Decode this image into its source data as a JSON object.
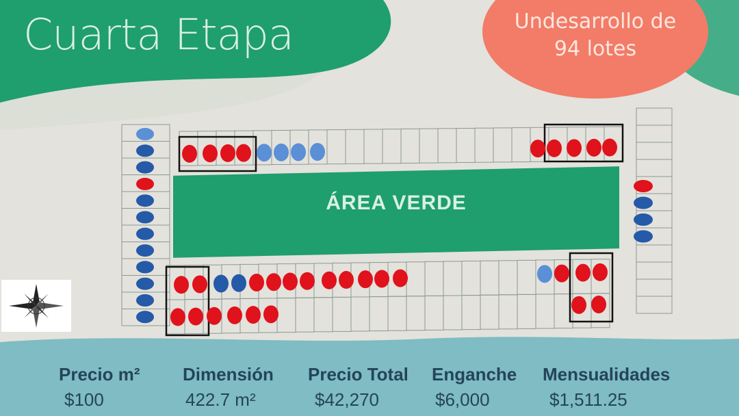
{
  "header": {
    "title": "Cuarta Etapa",
    "badge_line1": "Undesarrollo de",
    "badge_line2": "94 lotes"
  },
  "map": {
    "green_area_label": "ÁREA VERDE"
  },
  "pricing": [
    {
      "label": "Precio m²",
      "value": "$100"
    },
    {
      "label": "Dimensión",
      "value": "422.7 m²"
    },
    {
      "label": "Precio Total",
      "value": "$42,270"
    },
    {
      "label": "Enganche",
      "value": "$6,000"
    },
    {
      "label": "Mensualidades",
      "value": "$1,511.25"
    }
  ],
  "colors": {
    "sold": "#e0121b",
    "reserved": "#245aa8",
    "available_marker": "#5b8fd6",
    "green_area": "#1f9e6e",
    "badge": "#f27c67",
    "footer": "#7fbcc3"
  }
}
